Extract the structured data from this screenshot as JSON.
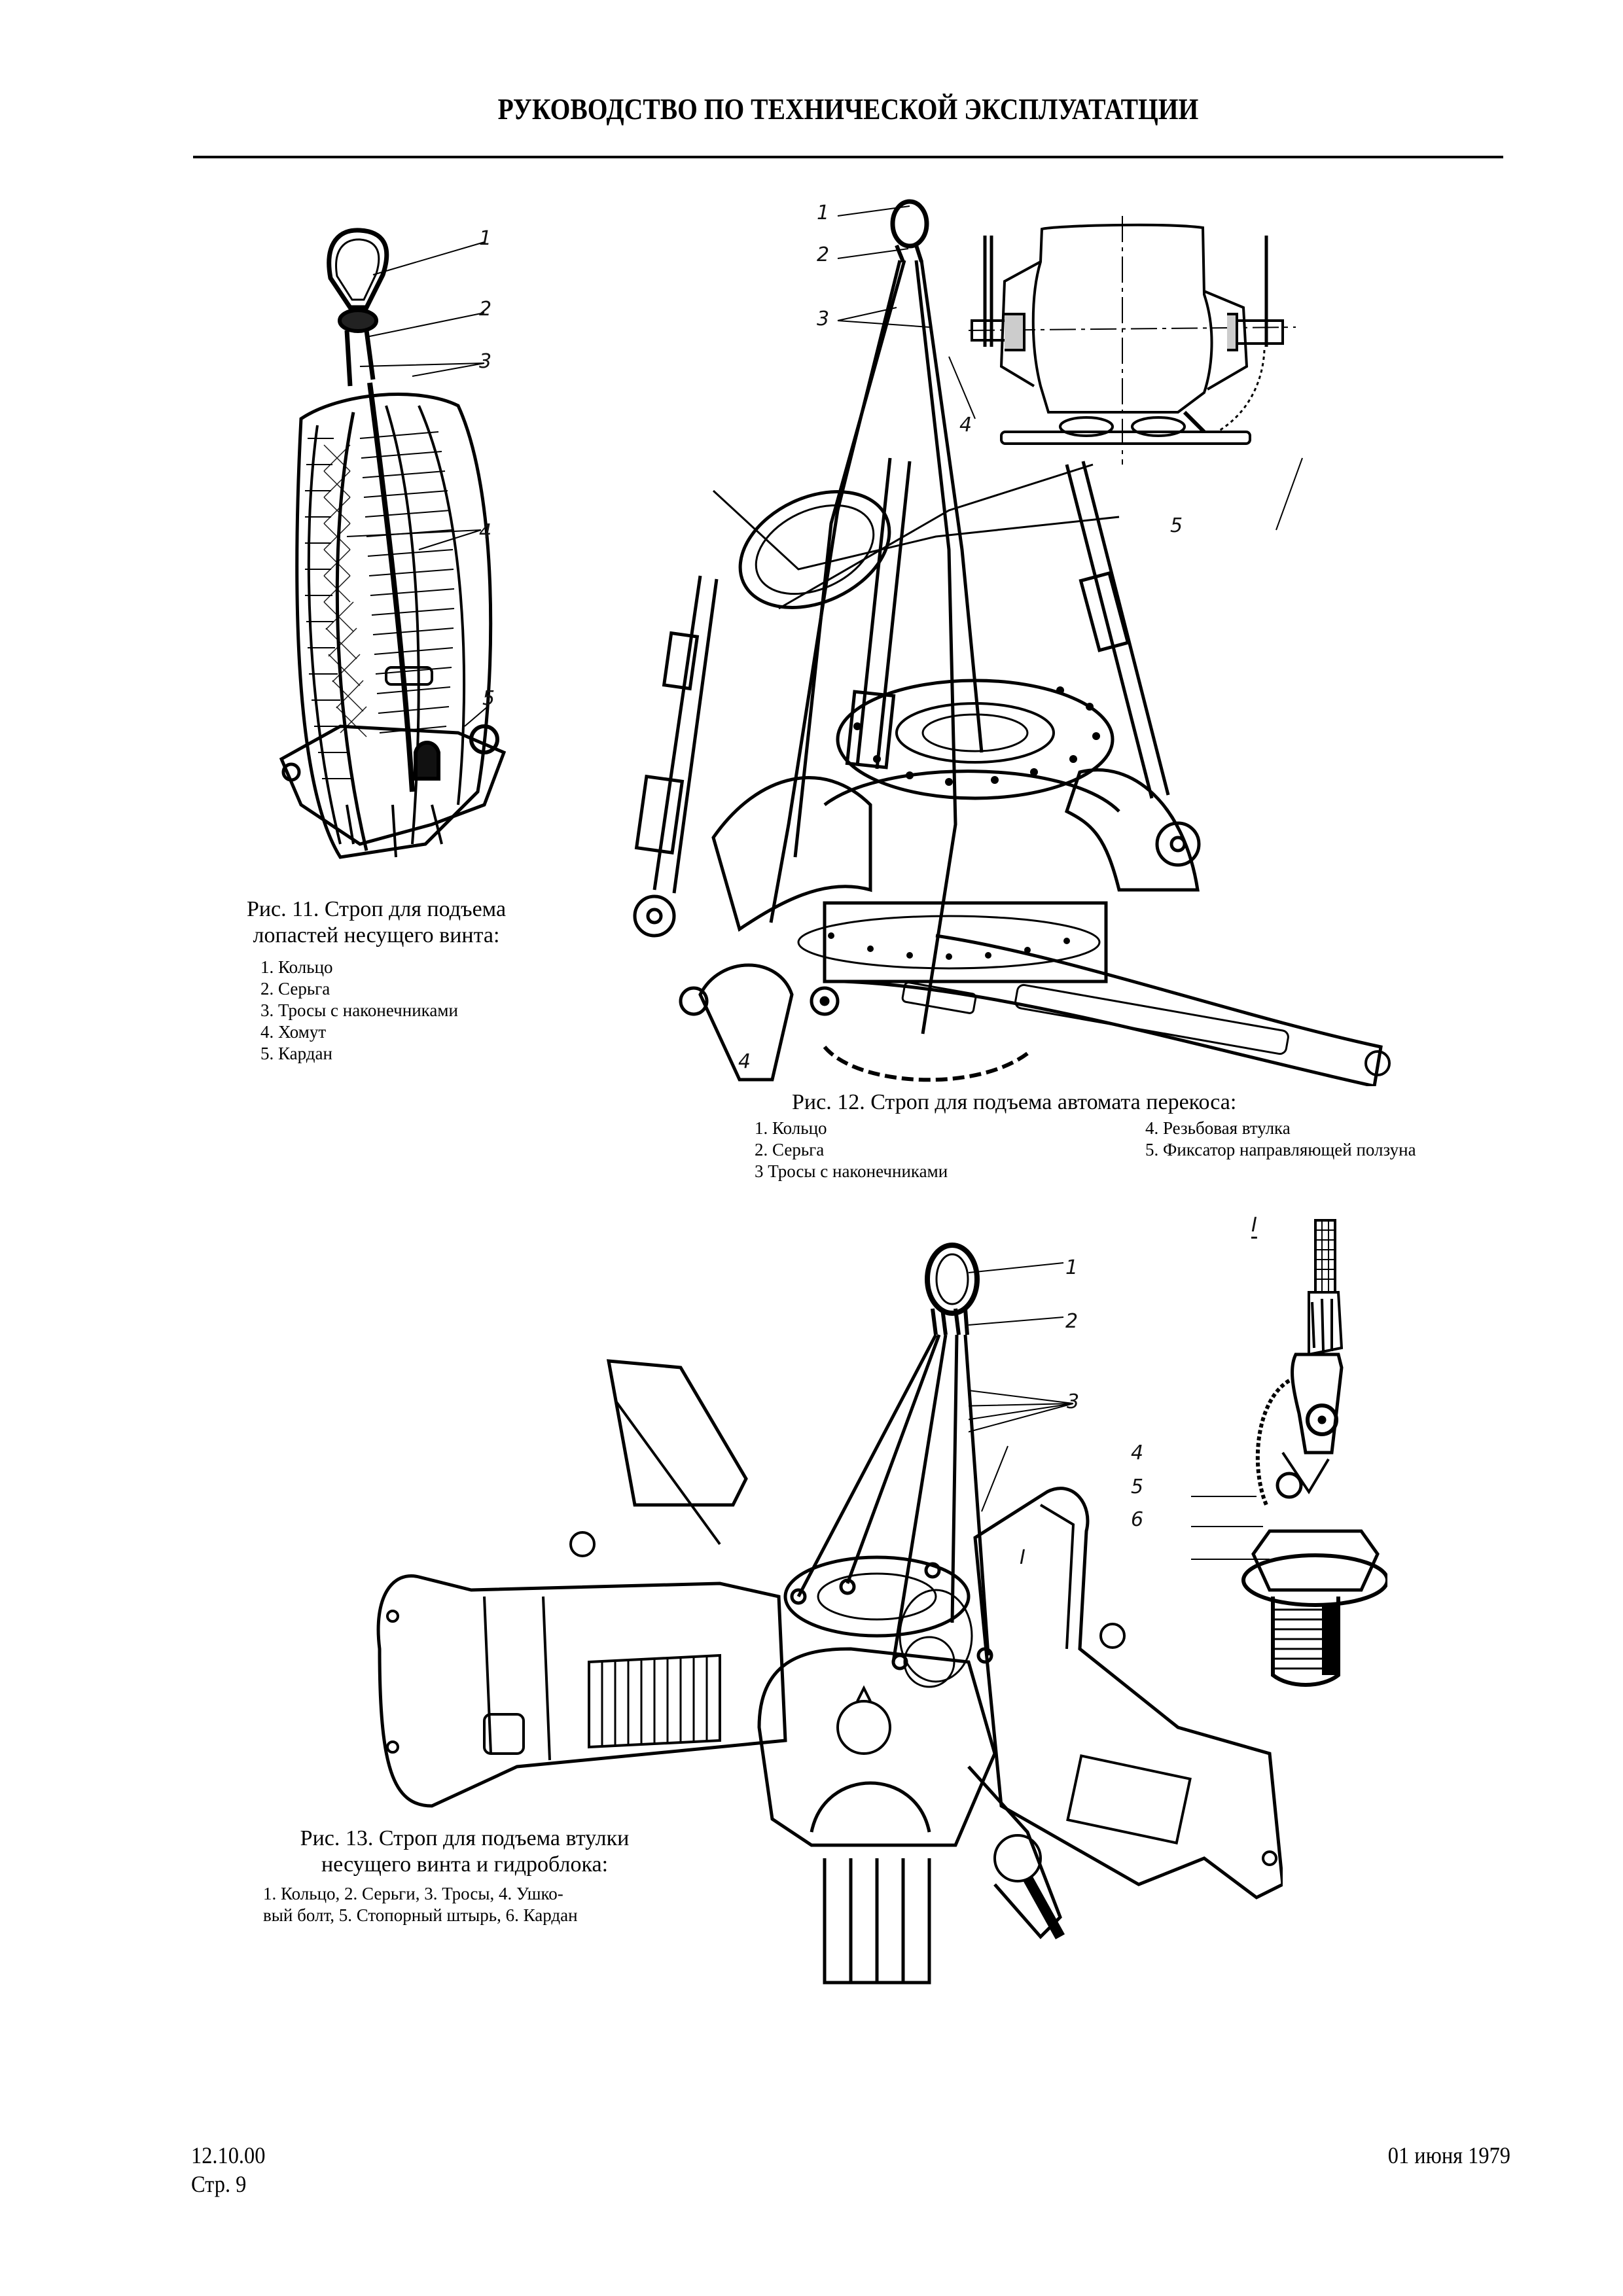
{
  "header": {
    "title": "РУКОВОДСТВО ПО ТЕХНИЧЕСКОЙ ЭКСПЛУАТАТЦИИ"
  },
  "figures": [
    {
      "id": "fig11",
      "caption_title_line1": "Рис. 11. Строп для подъема",
      "caption_title_line2": "лопастей несущего винта:",
      "legend": [
        "1. Кольцо",
        "2. Серьга",
        "3. Тросы с наконечниками",
        "4. Хомут",
        "5. Кардан"
      ],
      "callouts": [
        "1",
        "2",
        "3",
        "4",
        "5"
      ]
    },
    {
      "id": "fig12",
      "caption_title": "Рис. 12. Строп для подъема автомата перекоса:",
      "legend_left": [
        "1. Кольцо",
        "2. Серьга",
        "3 Тросы с наконечниками"
      ],
      "legend_right": [
        "4. Резьбовая втулка",
        "5. Фиксатор направляющей ползуна"
      ],
      "callouts": [
        "1",
        "2",
        "3",
        "4",
        "4",
        "5"
      ]
    },
    {
      "id": "fig13",
      "caption_title_line1": "Рис. 13. Строп для подъема втулки",
      "caption_title_line2": "несущего винта и гидроблока:",
      "legend_line1": "1. Кольцо, 2. Серьги, 3. Тросы, 4. Ушко-",
      "legend_line2": "вый болт, 5. Стопорный штырь, 6. Кардан",
      "callouts": [
        "1",
        "2",
        "3",
        "I",
        "I",
        "4",
        "5",
        "6"
      ]
    }
  ],
  "footer": {
    "doc_number": "12.10.00",
    "page": "Стр. 9",
    "date": "01 июня 1979"
  }
}
